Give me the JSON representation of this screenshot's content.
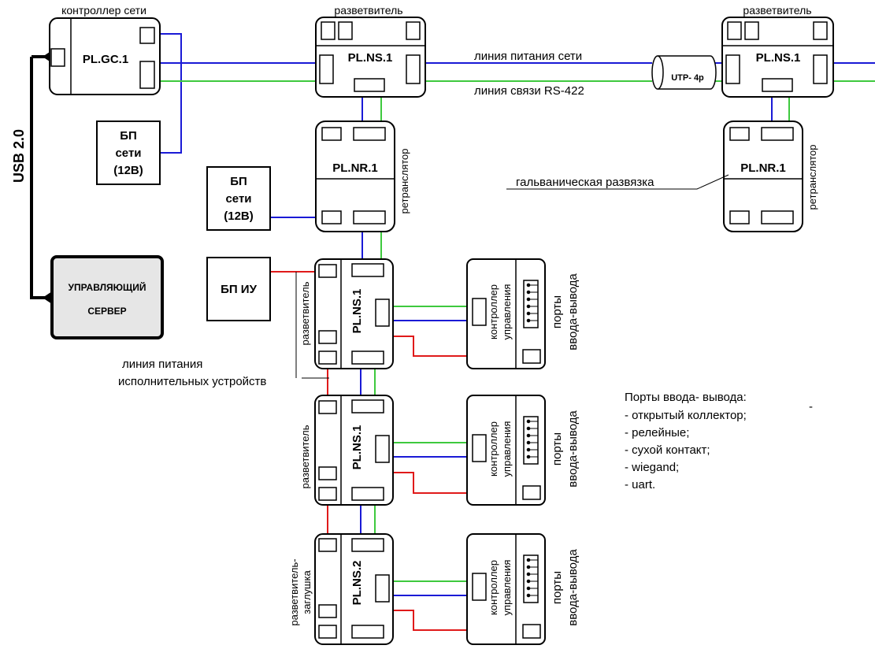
{
  "colors": {
    "power": "#1a1ad6",
    "comm": "#3ec93e",
    "actuator": "#e01a1a",
    "stroke": "#000000",
    "server_fill": "#e6e6e6",
    "background": "#ffffff"
  },
  "labels": {
    "usb": "USB 2.0",
    "gc_caption": "контроллер сети",
    "ns_caption_1": "разветвитель",
    "ns_caption_2": "разветвитель",
    "power_line": "линия питания сети",
    "rs422_line": "линия связи RS-422",
    "utp": "UTP- 4p",
    "galvanic": "гальваническая развязка",
    "repeater_1": "ретранслятор",
    "repeater_2": "ретранслятор",
    "splitter_a": "разветвитель",
    "splitter_b": "разветвитель",
    "splitter_c_1": "разветвитель-",
    "splitter_c_2": "заглушка",
    "act_line_1": "линия питания",
    "act_line_2": "исполнительных устройств"
  },
  "devices": {
    "gc": "PL.GC.1",
    "ns_top_1": "PL.NS.1",
    "ns_top_2": "PL.NS.1",
    "nr_1": "PL.NR.1",
    "nr_2": "PL.NR.1",
    "ns_a": "PL.NS.1",
    "ns_b": "PL.NS.1",
    "ns_c": "PL.NS.2"
  },
  "psu_1": {
    "line1": "БП",
    "line2": "сети",
    "line3": "(12В)"
  },
  "psu_2": {
    "line1": "БП",
    "line2": "сети",
    "line3": "(12В)"
  },
  "psu_iu": "БП ИУ",
  "server": {
    "line1": "УПРАВЛЯЮЩИЙ",
    "line2": "СЕРВЕР"
  },
  "controllers": [
    {
      "line1": "контроллер",
      "line2": "управления",
      "ports1": "порты",
      "ports2": "ввода-вывода"
    },
    {
      "line1": "контроллер",
      "line2": "управления",
      "ports1": "порты",
      "ports2": "ввода-вывода"
    },
    {
      "line1": "контроллер",
      "line2": "управления",
      "ports1": "порты",
      "ports2": "ввода-вывода"
    }
  ],
  "io_ports": {
    "title": "Порты ввода- вывода:",
    "items": [
      "- открытый коллектор;",
      "- релейные;",
      "- сухой контакт;",
      "- wiegand;",
      "- uart."
    ],
    "dash": "-"
  }
}
